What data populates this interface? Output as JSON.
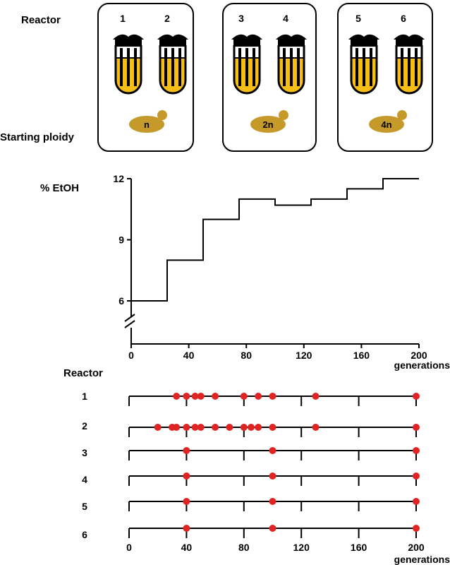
{
  "header": {
    "reactor_label": "Reactor",
    "ploidy_label": "Starting ploidy"
  },
  "groups": [
    {
      "reactors": [
        "1",
        "2"
      ],
      "ploidy": "n"
    },
    {
      "reactors": [
        "3",
        "4"
      ],
      "ploidy": "2n"
    },
    {
      "reactors": [
        "5",
        "6"
      ],
      "ploidy": "4n"
    }
  ],
  "colors": {
    "tube_liquid": "#F7BE16",
    "cell": "#C69A2A",
    "sample_point": "#E02424",
    "line": "#000000"
  },
  "chart_data": [
    {
      "type": "line",
      "ylabel": "% EtOH",
      "xlabel": "generations",
      "xlim": [
        0,
        200
      ],
      "ylim": [
        6,
        12
      ],
      "axis_break": "y",
      "x_ticks": [
        0,
        40,
        80,
        120,
        160,
        200
      ],
      "y_ticks": [
        6,
        9,
        12
      ],
      "steps": [
        {
          "x": 0,
          "y": 6
        },
        {
          "x": 25,
          "y": 8
        },
        {
          "x": 50,
          "y": 10
        },
        {
          "x": 75,
          "y": 11
        },
        {
          "x": 100,
          "y": 10.7
        },
        {
          "x": 125,
          "y": 11
        },
        {
          "x": 150,
          "y": 11.5
        },
        {
          "x": 175,
          "y": 12
        },
        {
          "x": 200,
          "y": 12
        }
      ]
    },
    {
      "type": "scatter",
      "title": "Reactor",
      "xlabel": "generations",
      "xlim": [
        0,
        200
      ],
      "x_ticks": [
        0,
        40,
        80,
        120,
        160,
        200
      ],
      "rows": [
        {
          "label": "1",
          "points": [
            33,
            40,
            46,
            50,
            60,
            80,
            90,
            100,
            130,
            200
          ]
        },
        {
          "label": "2",
          "points": [
            20,
            30,
            33,
            40,
            46,
            50,
            60,
            70,
            80,
            85,
            90,
            100,
            130,
            200
          ]
        },
        {
          "label": "3",
          "points": [
            40,
            100,
            200
          ]
        },
        {
          "label": "4",
          "points": [
            40,
            100,
            200
          ]
        },
        {
          "label": "5",
          "points": [
            40,
            100,
            200
          ]
        },
        {
          "label": "6",
          "points": [
            40,
            100,
            200
          ]
        }
      ]
    }
  ]
}
